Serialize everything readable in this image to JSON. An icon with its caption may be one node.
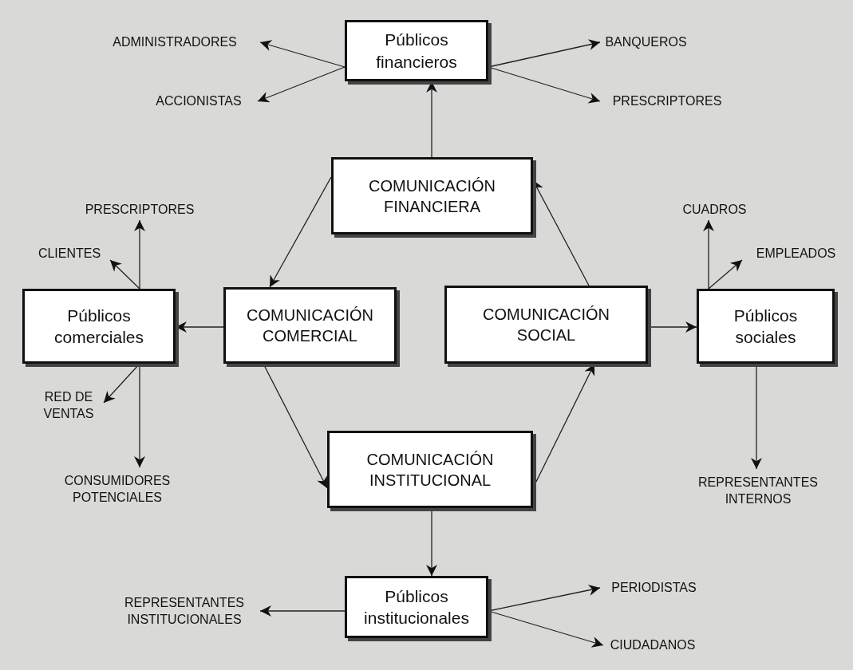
{
  "diagram": {
    "nodes": [
      {
        "text": [
          "Públicos financieros"
        ]
      },
      {
        "text": [
          "ADMINISTRADORES"
        ]
      },
      {
        "text": [
          "ACCIONISTAS"
        ]
      },
      {
        "text": [
          "BANQUEROS"
        ]
      },
      {
        "text": [
          "PRESCRIPTORES"
        ]
      },
      {
        "text": [
          "COMUNICACIÓN FINANCIERA"
        ]
      },
      {
        "text": [
          "PRESCRIPTORES"
        ]
      },
      {
        "text": [
          "CUADROS"
        ]
      },
      {
        "text": [
          "CLIENTES"
        ]
      },
      {
        "text": [
          "EMPLEADOS"
        ]
      },
      {
        "text": [
          "Públicos comerciales"
        ]
      },
      {
        "text": [
          "COMUNICACIÓN COMERCIAL"
        ]
      },
      {
        "text": [
          "COMUNICACIÓN SOCIAL"
        ]
      },
      {
        "text": [
          "Públicos sociales"
        ]
      },
      {
        "text": [
          "RED DE VENTAS"
        ]
      },
      {
        "text": [
          "CONSUMIDORES POTENCIALES"
        ]
      },
      {
        "text": [
          "REPRESENTANTES INTERNOS"
        ]
      },
      {
        "text": [
          "COMUNICACIÓN INSTITUCIONAL"
        ]
      },
      {
        "text": [
          "Públicos institucionales"
        ]
      },
      {
        "text": [
          "REPRESENTANTES INSTITUCIONALES"
        ]
      },
      {
        "text": [
          "PERIODISTAS"
        ]
      },
      {
        "text": [
          "CIUDADANOS"
        ]
      }
    ],
    "edges": [
      {
        "from": 0,
        "to": 1,
        "arrow": "to"
      },
      {
        "from": 0,
        "to": 2,
        "arrow": "to"
      },
      {
        "from": 0,
        "to": 3,
        "arrow": "to"
      },
      {
        "from": 0,
        "to": 4,
        "arrow": "to"
      },
      {
        "from": 5,
        "to": 0,
        "arrow": "to"
      },
      {
        "from": 5,
        "to": 11,
        "arrow": "to"
      },
      {
        "from": 12,
        "to": 5,
        "arrow": "to"
      },
      {
        "from": 11,
        "to": 10,
        "arrow": "to"
      },
      {
        "from": 10,
        "to": 6,
        "arrow": "to"
      },
      {
        "from": 10,
        "to": 8,
        "arrow": "to"
      },
      {
        "from": 10,
        "to": 14,
        "arrow": "to"
      },
      {
        "from": 10,
        "to": 15,
        "arrow": "to"
      },
      {
        "from": 12,
        "to": 13,
        "arrow": "to"
      },
      {
        "from": 13,
        "to": 7,
        "arrow": "to"
      },
      {
        "from": 13,
        "to": 9,
        "arrow": "to"
      },
      {
        "from": 13,
        "to": 16,
        "arrow": "to"
      },
      {
        "from": 11,
        "to": 17,
        "arrow": "to"
      },
      {
        "from": 17,
        "to": 12,
        "arrow": "to"
      },
      {
        "from": 17,
        "to": 18,
        "arrow": "to"
      },
      {
        "from": 18,
        "to": 19,
        "arrow": "to"
      },
      {
        "from": 18,
        "to": 20,
        "arrow": "to"
      },
      {
        "from": 18,
        "to": 21,
        "arrow": "to"
      }
    ]
  }
}
